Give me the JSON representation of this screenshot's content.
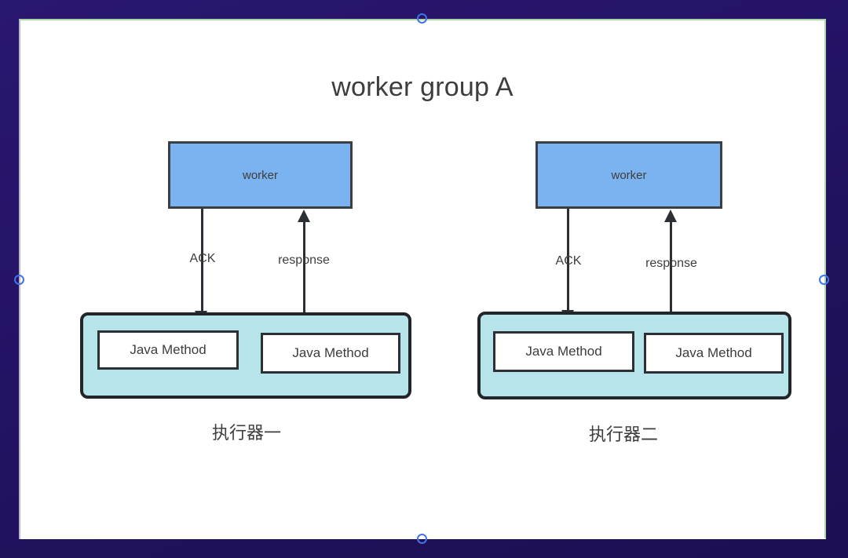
{
  "canvas": {
    "background_color": "#241263",
    "slide_background": "#ffffff",
    "selection_border_color": "#a9d8a4",
    "handle_color": "#3f74e8"
  },
  "diagram": {
    "title": "worker group A",
    "colors": {
      "worker_fill": "#7ab3ef",
      "worker_border": "#3a3f44",
      "executor_fill": "#b7e3eb",
      "executor_border": "#232629",
      "method_fill": "#ffffff",
      "method_border": "#2c3034",
      "arrow": "#2c3034",
      "text": "#3d3d3d"
    },
    "groups": [
      {
        "id": "executor-one",
        "worker_label": "worker",
        "arrows": [
          {
            "id": "ack",
            "label": "ACK",
            "direction": "down"
          },
          {
            "id": "response",
            "label": "response",
            "direction": "up"
          }
        ],
        "methods": [
          "Java Method",
          "Java Method"
        ],
        "caption": "执行器一"
      },
      {
        "id": "executor-two",
        "worker_label": "worker",
        "arrows": [
          {
            "id": "ack",
            "label": "ACK",
            "direction": "down"
          },
          {
            "id": "response",
            "label": "response",
            "direction": "up"
          }
        ],
        "methods": [
          "Java Method",
          "Java Method"
        ],
        "caption": "执行器二"
      }
    ]
  },
  "handles": [
    {
      "id": "top",
      "position": "top-center"
    },
    {
      "id": "bottom",
      "position": "bottom-center"
    },
    {
      "id": "left",
      "position": "left-middle"
    },
    {
      "id": "right",
      "position": "right-middle"
    }
  ]
}
